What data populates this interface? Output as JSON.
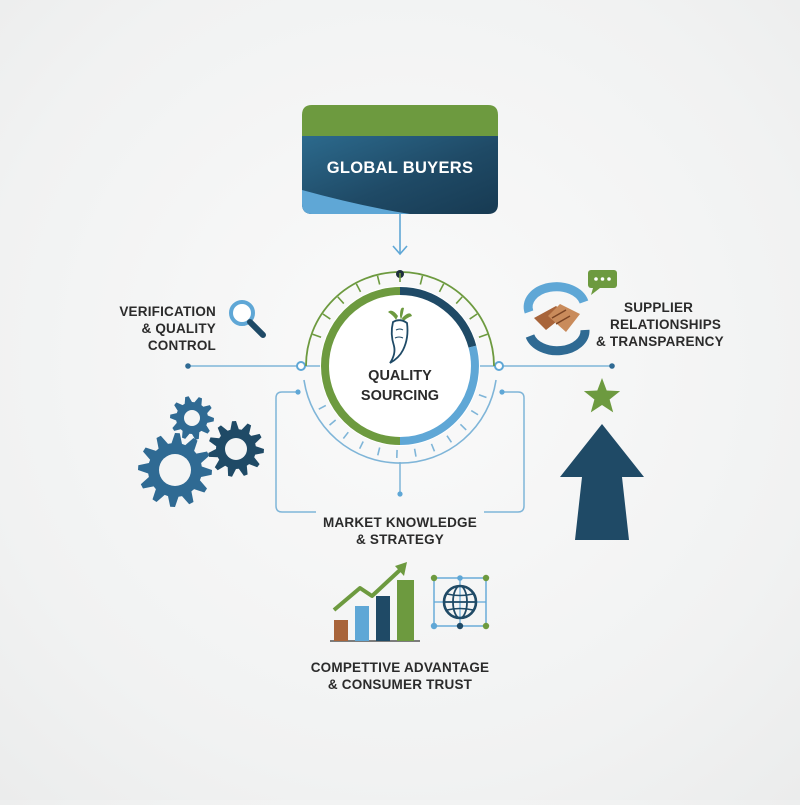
{
  "top_box": {
    "label": "GLOBAL BUYERS"
  },
  "center": {
    "line1": "QUALITY",
    "line2": "SOURCING"
  },
  "nodes": {
    "verification": {
      "line1": "VERIFICATION",
      "line2": "& QUALITY",
      "line3": "CONTROL"
    },
    "supplier": {
      "line1": "SUPPLIER",
      "line2": "RELATIONSHIPS",
      "line3": "& TRANSPARENCY"
    },
    "market": {
      "line1": "MARKET KNOWLEDGE",
      "line2": "& STRATEGY"
    },
    "competitive": {
      "line1": "COMPETTIVE ADVANTAGE",
      "line2": "& CONSUMER TRUST"
    }
  },
  "colors": {
    "navy": "#1f4a66",
    "green": "#6d9a3f",
    "light_blue": "#5fa7d6",
    "line_blue": "#7fb5d8",
    "brown": "#a8643a",
    "gear_blue": "#2f6a93"
  },
  "icons": {
    "center": "root-vegetable-icon",
    "verification": "magnifier-icon",
    "supplier": "handshake-icon",
    "chat": "chat-bubble-icon",
    "gears": "gears-icon",
    "growth": "star-arrow-icon",
    "market": "bar-chart-icon",
    "globe": "globe-network-icon"
  }
}
